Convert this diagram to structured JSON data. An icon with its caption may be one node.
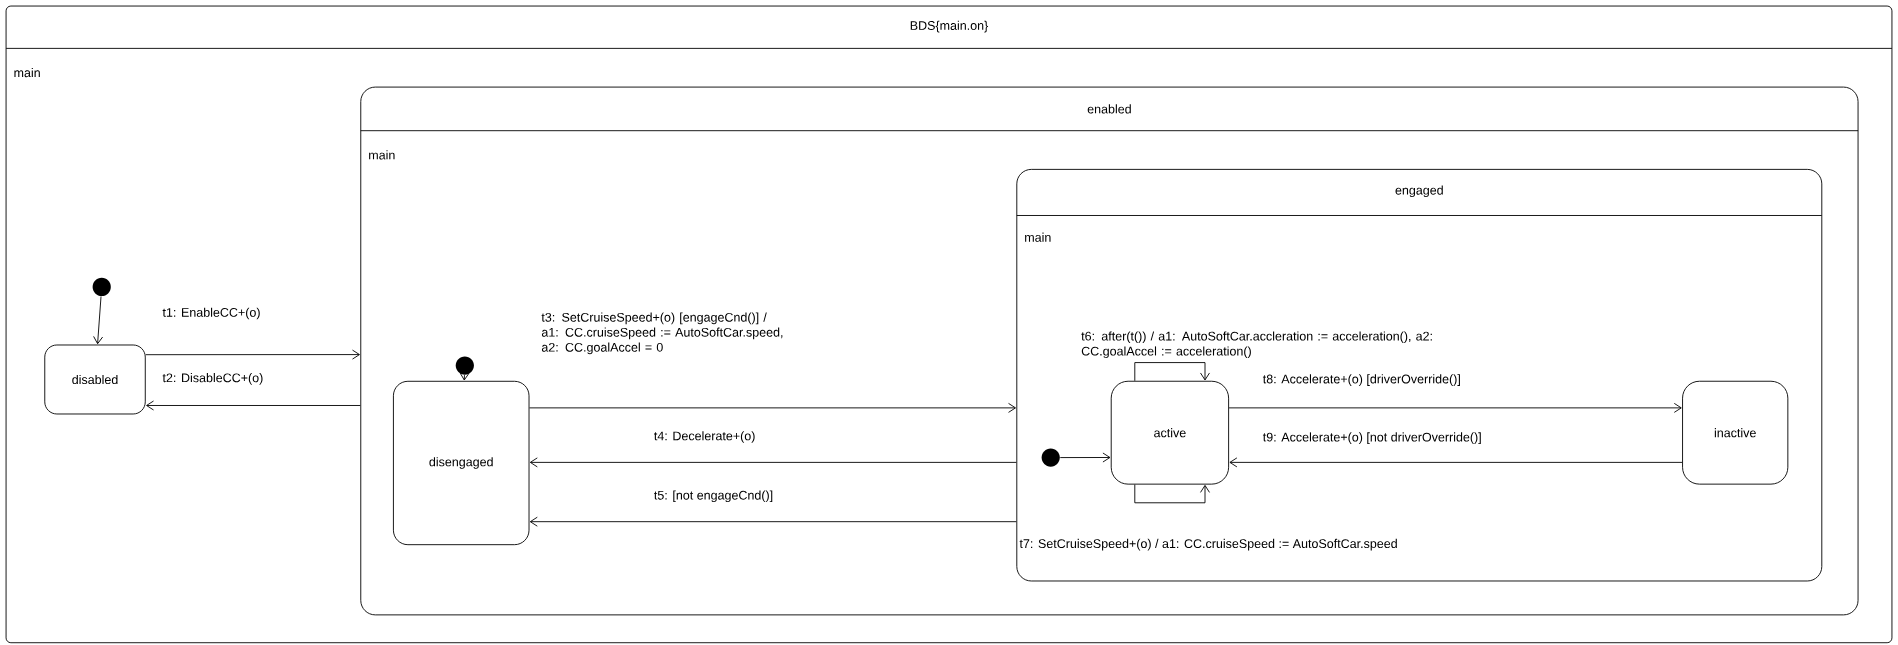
{
  "diagram": {
    "nodes": [
      {
        "text": [
          "BDS{main.on}",
          "main"
        ]
      },
      {
        "text": [],
        "shape": "circle",
        "in": 0
      },
      {
        "text": [
          "disabled"
        ],
        "in": 0
      },
      {
        "text": [
          "enabled",
          "main"
        ],
        "in": 0
      },
      {
        "text": [],
        "shape": "circle",
        "in": 3
      },
      {
        "text": [
          "disengaged"
        ],
        "in": 3
      },
      {
        "text": [
          "engaged",
          "main"
        ],
        "in": 3
      },
      {
        "text": [],
        "shape": "circle",
        "in": 6
      },
      {
        "text": [
          "active"
        ],
        "in": 6
      },
      {
        "text": [
          "inactive"
        ],
        "in": 6
      }
    ],
    "edges": [
      {
        "from": 1,
        "to": 2,
        "arrow": "to"
      },
      {
        "from": 2,
        "to": 3,
        "arrow": "to",
        "label": "t1: EnableCC+(o)"
      },
      {
        "from": 3,
        "to": 2,
        "arrow": "to",
        "label": "t2: DisableCC+(o)"
      },
      {
        "from": 4,
        "to": 5,
        "arrow": "to"
      },
      {
        "from": 5,
        "to": 6,
        "arrow": "to",
        "label": "t3: SetCruiseSpeed+(o) [engageCnd()] / a1: CC.cruiseSpeed := AutoSoftCar.speed, a2: CC.goalAccel = 0"
      },
      {
        "from": 6,
        "to": 5,
        "arrow": "to",
        "label": "t4: Decelerate+(o)"
      },
      {
        "from": 6,
        "to": 5,
        "arrow": "to",
        "label": "t5: [not engageCnd()]"
      },
      {
        "from": 7,
        "to": 8,
        "arrow": "to"
      },
      {
        "from": 8,
        "to": 8,
        "arrow": "to",
        "label": "t6: after(t()) / a1: AutoSoftCar.accleration := acceleration(), a2: CC.goalAccel := acceleration()"
      },
      {
        "from": 8,
        "to": 8,
        "arrow": "to",
        "label": "t7: SetCruiseSpeed+(o) / a1: CC.cruiseSpeed := AutoSoftCar.speed"
      },
      {
        "from": 8,
        "to": 9,
        "arrow": "to",
        "label": "t8: Accelerate+(o) [driverOverride()]"
      },
      {
        "from": 9,
        "to": 8,
        "arrow": "to",
        "label": "t9: Accelerate+(o) [not driverOverride()]"
      }
    ]
  }
}
